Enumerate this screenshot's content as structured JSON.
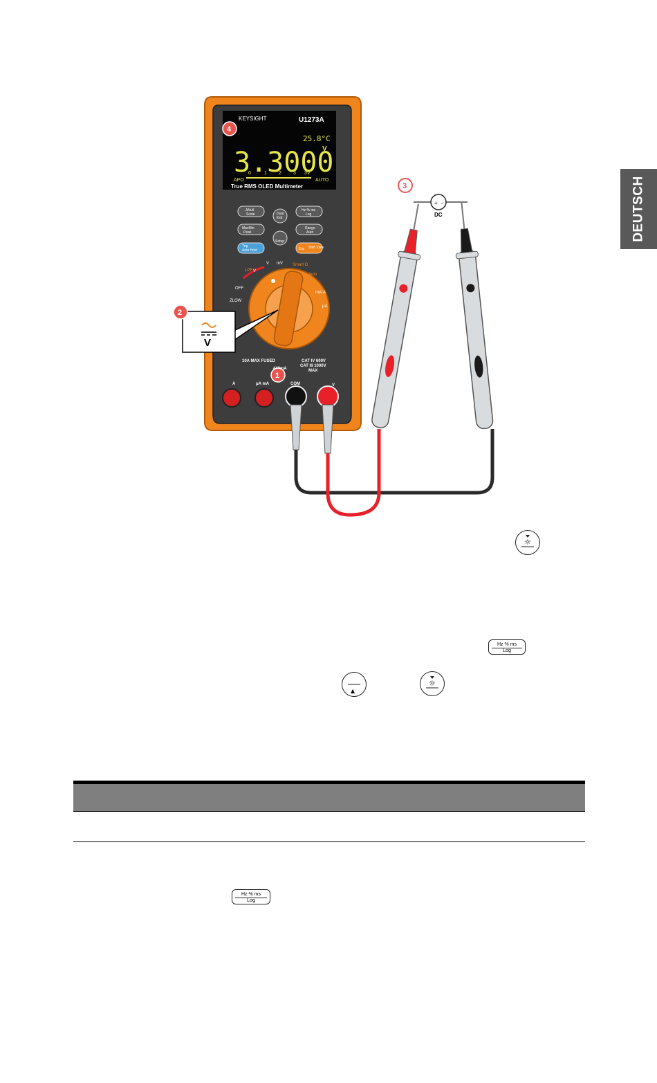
{
  "section_tab": "DEUTSCH",
  "figure": {
    "callouts": [
      "1",
      "2",
      "3",
      "4"
    ],
    "brand": "KEYSIGHT",
    "model": "U1273A",
    "display": {
      "reading": "3.3000",
      "temperature": "25.8°C",
      "unit": "V",
      "scale_labels": [
        "0",
        "1",
        "2",
        "3",
        "3V"
      ],
      "apo": "APO",
      "auto": "AUTO",
      "caption": "True RMS OLED Multimeter"
    },
    "buttons": [
      {
        "top": "ΔNull",
        "bottom": "Scale"
      },
      {
        "top": "Dual",
        "bottom": "Exit"
      },
      {
        "top": "Hz % ms",
        "bottom": "Log"
      },
      {
        "top": "MaxMin",
        "bottom": "Peak"
      },
      {
        "top": "Range",
        "bottom": "Auto"
      },
      {
        "top": "Trig",
        "bottom": "Auto Hold"
      },
      {
        "top": "Setup",
        "bottom": ""
      },
      {
        "top": "Esc",
        "bottom": "Shift View"
      }
    ],
    "dial_labels": {
      "off": "OFF",
      "zlow": "ZLOW",
      "smart": "Smart Ω",
      "auto": "Auto",
      "mA_A": "mA·A",
      "uA": "μA",
      "mv": "mV",
      "v": "V",
      "lpf": "LPF"
    },
    "zoom_symbol": "V",
    "terminals": {
      "fuse": "10A MAX FUSED",
      "fuse2": "440mA",
      "cat": "CAT IV 600V",
      "cat2": "CAT III 1000V",
      "max": "MAX",
      "a": "A",
      "ua_ma": "μA mA",
      "com": "COM",
      "v": "V"
    },
    "source_label": "DC",
    "source_plus": "+",
    "source_minus": "−"
  },
  "inline_keys": {
    "backlight_1": "☼",
    "hz_key": {
      "top": "Hz % ms",
      "bottom": "Log"
    },
    "up_key": "▲",
    "backlight_2": "☼",
    "hz_key_2": {
      "top": "Hz % ms",
      "bottom": "Log"
    }
  },
  "colors": {
    "tab_bg": "#595959",
    "orange": "#f0851e",
    "red_probe": "#e8202a",
    "display_yellow": "#e6e64a",
    "callout_red": "#e8554e",
    "table_header": "#7f7f7f"
  }
}
